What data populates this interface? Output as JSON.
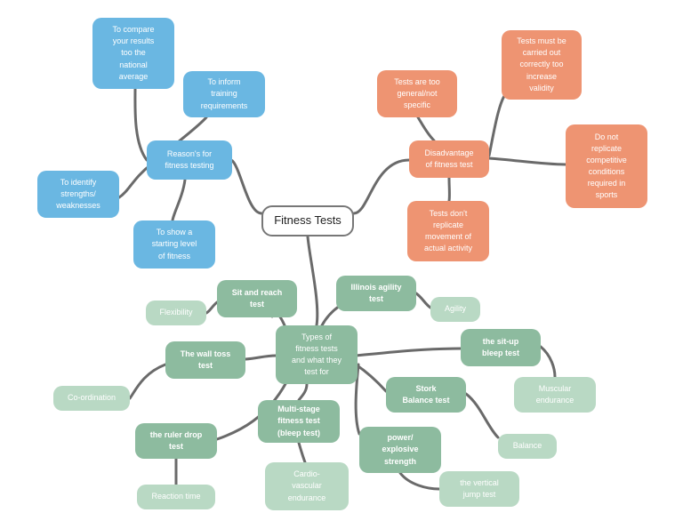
{
  "center": "Fitness Tests",
  "reasons": {
    "hub": "Reason's for\nfitness testing",
    "compare": "To compare\nyour results\ntoo the\nnational\naverage",
    "inform": "To inform\ntraining\nrequirements",
    "identify": "To identify\nstrengths/\nweaknesses",
    "starting": "To show a\nstarting level\nof fitness"
  },
  "disadvantages": {
    "hub": "Disadvantage\nof fitness test",
    "general": "Tests are too\ngeneral/not\nspecific",
    "correctly": "Tests must be\ncarried out\ncorrectly too\nincrease\nvalidity",
    "replicate": "Do not\nreplicate\ncompetitive\nconditions\nrequired in\nsports",
    "movement": "Tests don't\nreplicate\nmovement of\nactual activity"
  },
  "types": {
    "hub": "Types of\nfitness tests\nand what they\ntest for",
    "tests": {
      "sit_reach": "Sit and reach\ntest",
      "illinois": "Illinois agility\ntest",
      "wall_toss": "The wall toss\ntest",
      "sit_up": "the sit-up\nbleep test",
      "stork": "Stork\nBalance test",
      "ruler_drop": "the ruler drop\ntest",
      "multistage": "Multi-stage\nfitness test\n(bleep test)",
      "power": "power/\nexplosive\nstrength"
    },
    "components": {
      "flexibility": "Flexibility",
      "agility": "Agility",
      "coordination": "Co-ordination",
      "muscular": "Muscular\nendurance",
      "balance": "Balance",
      "reaction": "Reaction time",
      "cardio": "Cardio-\nvascular\nendurance",
      "vertical_jump": "the vertical\njump test"
    }
  },
  "colors": {
    "reasons": "#6ab7e2",
    "disadvantages": "#ee9472",
    "tests": "#8dbb9f",
    "components": "#b9d9c4",
    "connector": "#6a6a6a"
  }
}
